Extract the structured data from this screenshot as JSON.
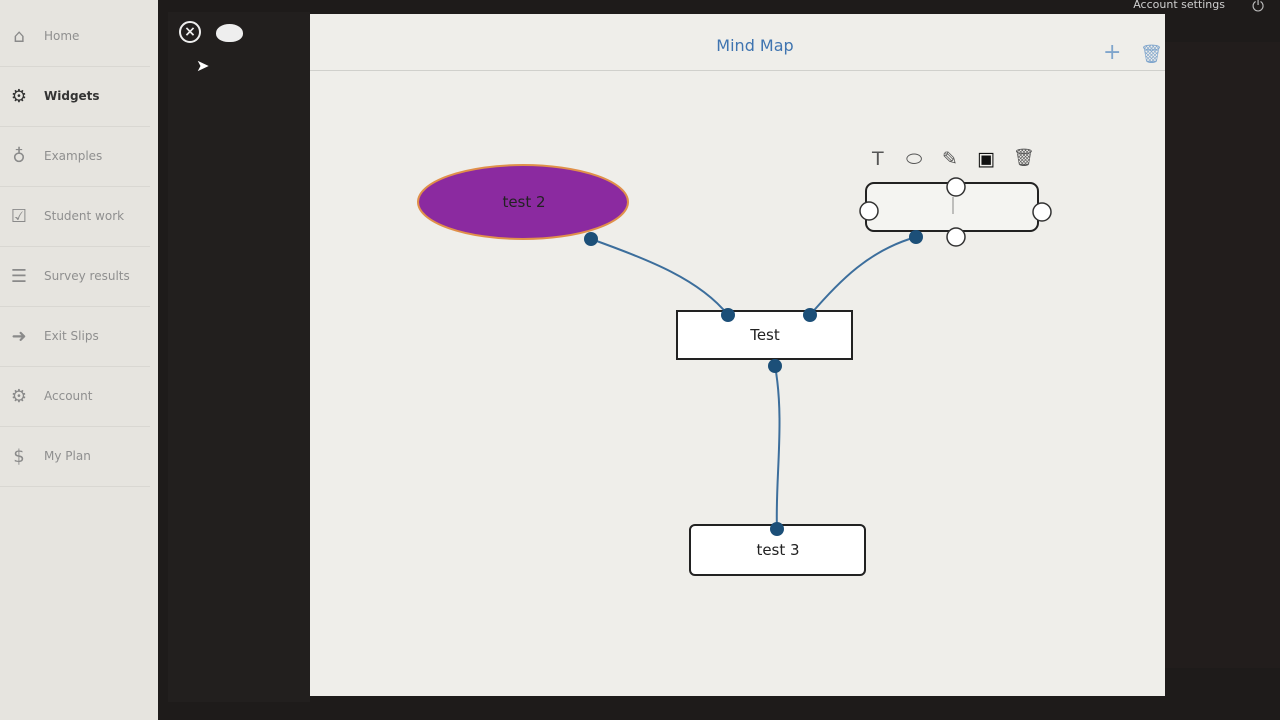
{
  "topbar": {
    "account_settings": "Account settings",
    "power_icon": "power-icon"
  },
  "sidebar": {
    "items": [
      {
        "label": "Home",
        "icon": "home-icon",
        "glyph": "⌂"
      },
      {
        "label": "Widgets",
        "icon": "gears-icon",
        "glyph": "⚙",
        "active": true
      },
      {
        "label": "Examples",
        "icon": "lightbulb-icon",
        "glyph": "💡"
      },
      {
        "label": "Student work",
        "icon": "checkbox-icon",
        "glyph": "☑"
      },
      {
        "label": "Survey results",
        "icon": "list-icon",
        "glyph": "☰"
      },
      {
        "label": "Exit Slips",
        "icon": "exit-icon",
        "glyph": "➜"
      },
      {
        "label": "Account",
        "icon": "gear-icon",
        "glyph": "⚙"
      },
      {
        "label": "My Plan",
        "icon": "dollar-icon",
        "glyph": "$"
      }
    ]
  },
  "panel": {
    "close_icon": "close-icon",
    "palette_icon": "palette-icon"
  },
  "main": {
    "title": "Mind Map",
    "add": "+",
    "delete": "🗑"
  },
  "node_toolbar": {
    "text": "T",
    "shape": "⬭",
    "edit": "✎",
    "fill": "▣",
    "delete": "🗑"
  },
  "nodes": {
    "center": "Test",
    "n2": "test 2",
    "n3": "test 3",
    "n4": ""
  },
  "colors": {
    "accent": "#3f74b0",
    "ellipse_fill": "#8b2aa0",
    "ellipse_stroke": "#e0904a",
    "link": "#3c6e9c",
    "dot": "#1c4f78"
  }
}
